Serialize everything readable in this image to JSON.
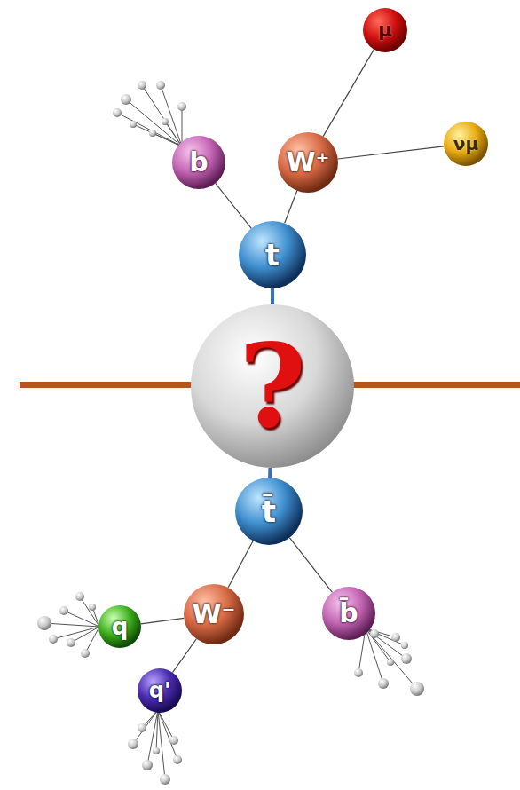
{
  "diagram": {
    "nodes": [
      {
        "text": [
          "μ"
        ]
      },
      {
        "text": [
          "b"
        ]
      },
      {
        "text": [
          "W⁺"
        ]
      },
      {
        "text": [
          "νμ"
        ]
      },
      {
        "text": [
          "t"
        ]
      },
      {
        "text": [
          "?"
        ]
      },
      {
        "text": [
          "t̄"
        ]
      },
      {
        "text": [
          "q"
        ]
      },
      {
        "text": [
          "W⁻"
        ]
      },
      {
        "text": [
          "b̄"
        ]
      },
      {
        "text": [
          "q'"
        ]
      }
    ],
    "edges": [
      {
        "from": 5,
        "to": 4,
        "arrow": "none"
      },
      {
        "from": 5,
        "to": 6,
        "arrow": "none"
      },
      {
        "from": 4,
        "to": 1,
        "arrow": "none"
      },
      {
        "from": 4,
        "to": 2,
        "arrow": "none"
      },
      {
        "from": 2,
        "to": 0,
        "arrow": "none"
      },
      {
        "from": 2,
        "to": 3,
        "arrow": "none"
      },
      {
        "from": 6,
        "to": 8,
        "arrow": "none"
      },
      {
        "from": 6,
        "to": 9,
        "arrow": "none"
      },
      {
        "from": 8,
        "to": 7,
        "arrow": "none"
      },
      {
        "from": 8,
        "to": 10,
        "arrow": "none"
      }
    ]
  }
}
